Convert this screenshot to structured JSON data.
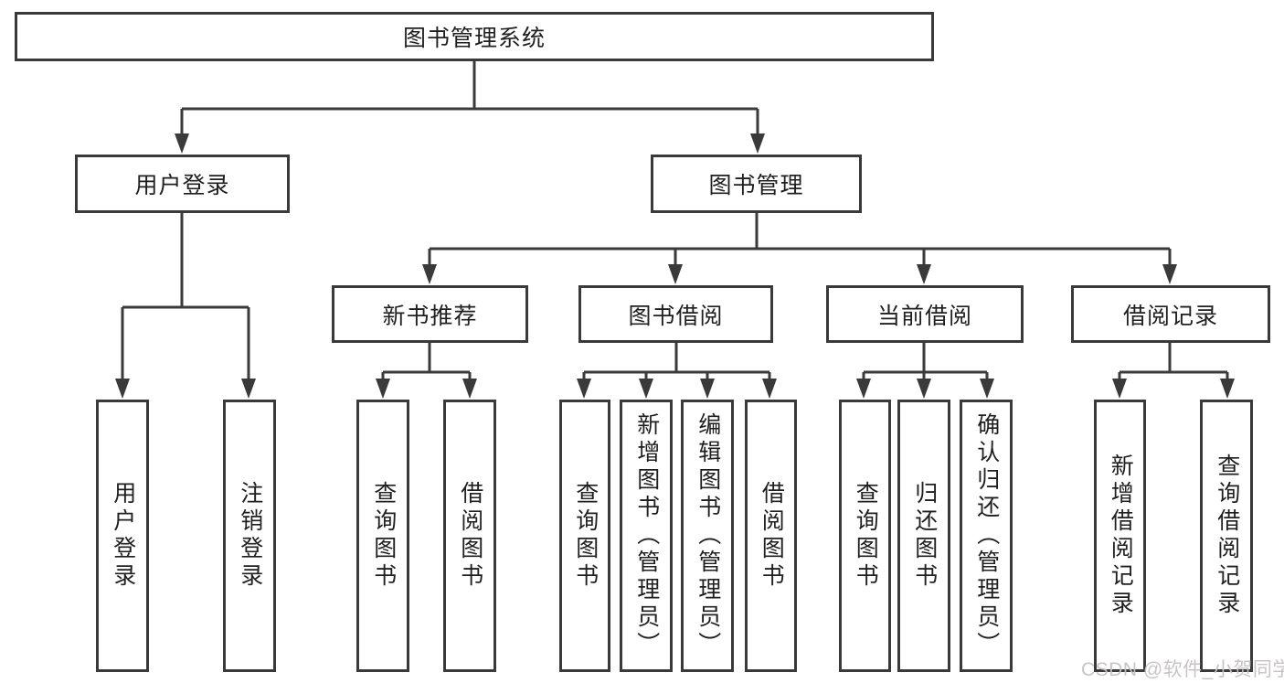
{
  "diagram": {
    "root": {
      "label": "图书管理系统"
    },
    "branches": [
      {
        "label": "用户登录",
        "children": [
          {
            "label": "用户登录"
          },
          {
            "label": "注销登录"
          }
        ]
      },
      {
        "label": "图书管理",
        "groups": [
          {
            "label": "新书推荐",
            "children": [
              {
                "label": "查询图书"
              },
              {
                "label": "借阅图书"
              }
            ]
          },
          {
            "label": "图书借阅",
            "children": [
              {
                "label": "查询图书"
              },
              {
                "label": "新增图书（管理员）"
              },
              {
                "label": "编辑图书（管理员）"
              },
              {
                "label": "借阅图书"
              }
            ]
          },
          {
            "label": "当前借阅",
            "children": [
              {
                "label": "查询图书"
              },
              {
                "label": "归还图书"
              },
              {
                "label": "确认归还（管理员）"
              }
            ]
          },
          {
            "label": "借阅记录",
            "children": [
              {
                "label": "新增借阅记录"
              },
              {
                "label": "查询借阅记录"
              }
            ]
          }
        ]
      }
    ]
  },
  "watermark": {
    "text": "CSDN @软件_小贺同学"
  },
  "colors": {
    "line": "#3a3a3a",
    "text": "#1f1f1f",
    "background": "#ffffff",
    "watermark": "#c5c1c1"
  }
}
